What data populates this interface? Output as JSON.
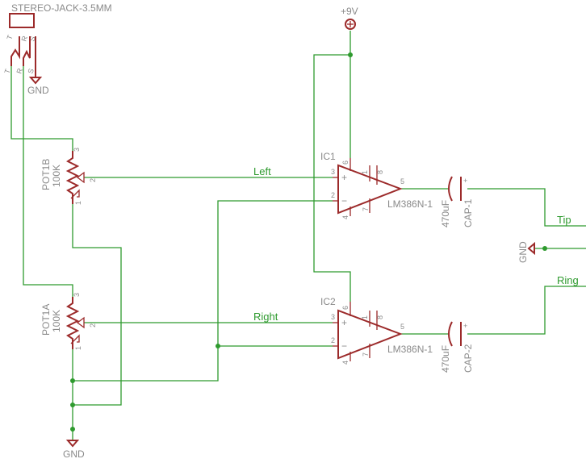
{
  "jack": {
    "name": "STEREO-JACK-3.5MM",
    "pins": [
      "T",
      "R",
      "S"
    ],
    "pins_lower": [
      "T",
      "R",
      "S"
    ],
    "gnd": "GND"
  },
  "power": {
    "label": "+9V"
  },
  "pot_b": {
    "name": "POT1B",
    "value": "100K",
    "pin3": "3",
    "pin2": "2",
    "pin1": "1"
  },
  "pot_a": {
    "name": "POT1A",
    "value": "100K",
    "pin3": "3",
    "pin2": "2",
    "pin1": "1"
  },
  "ic1": {
    "name": "IC1",
    "part": "LM386N-1",
    "pins": [
      "6",
      "1",
      "8",
      "3",
      "2",
      "5",
      "4",
      "7"
    ]
  },
  "ic2": {
    "name": "IC2",
    "part": "LM386N-1",
    "pins": [
      "6",
      "1",
      "8",
      "3",
      "2",
      "5",
      "4",
      "7"
    ]
  },
  "cap1": {
    "value": "470uF",
    "name": "CAP-1"
  },
  "cap2": {
    "value": "470uF",
    "name": "CAP-2"
  },
  "nets": {
    "left": "Left",
    "right": "Right",
    "tip": "Tip",
    "ring": "Ring"
  },
  "grounds": {
    "bottom": "GND",
    "output": "GND"
  },
  "colors": {
    "wire": "#2e9a2e",
    "part": "#9c2a2a",
    "label": "#8a8a8a"
  }
}
